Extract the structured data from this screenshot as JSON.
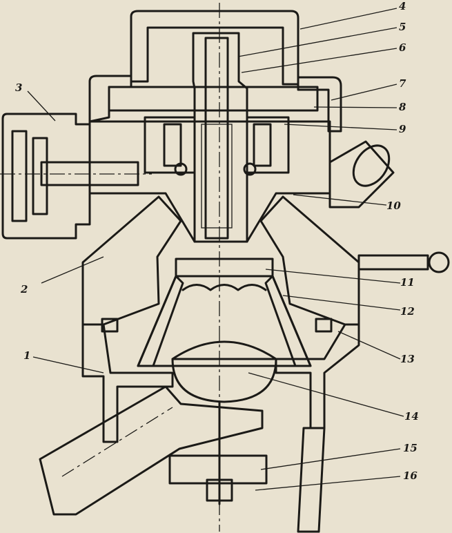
{
  "diagram": {
    "callouts": [
      {
        "id": "1",
        "label": "1"
      },
      {
        "id": "2",
        "label": "2"
      },
      {
        "id": "3",
        "label": "3"
      },
      {
        "id": "4",
        "label": "4"
      },
      {
        "id": "5",
        "label": "5"
      },
      {
        "id": "6",
        "label": "6"
      },
      {
        "id": "7",
        "label": "7"
      },
      {
        "id": "8",
        "label": "8"
      },
      {
        "id": "9",
        "label": "9"
      },
      {
        "id": "10",
        "label": "10"
      },
      {
        "id": "11",
        "label": "11"
      },
      {
        "id": "12",
        "label": "12"
      },
      {
        "id": "13",
        "label": "13"
      },
      {
        "id": "14",
        "label": "14"
      },
      {
        "id": "15",
        "label": "15"
      },
      {
        "id": "16",
        "label": "16"
      }
    ],
    "colors": {
      "paper": "#e9e2d0",
      "ink": "#1b1a17"
    }
  }
}
